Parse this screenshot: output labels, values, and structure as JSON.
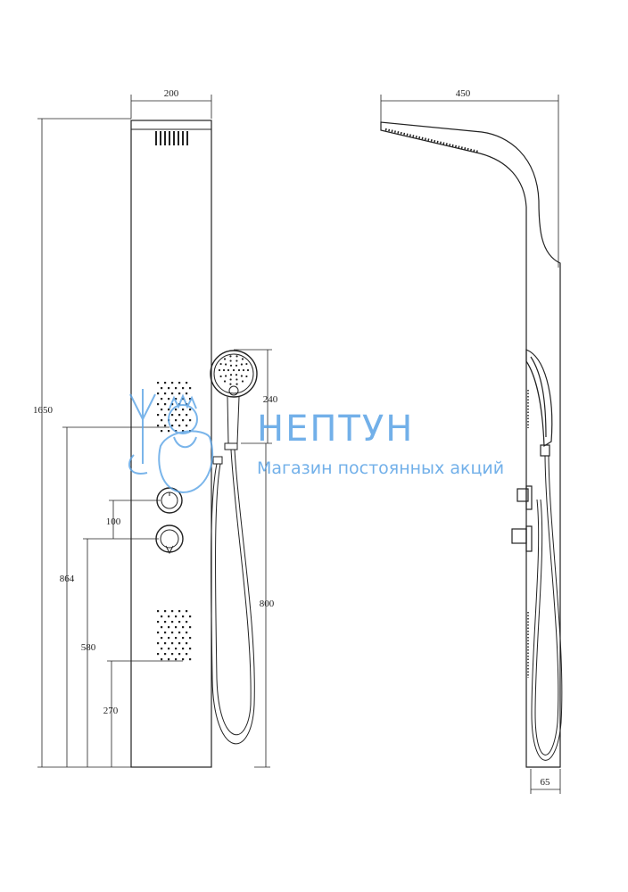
{
  "front_view": {
    "dims": {
      "width": "200",
      "height_total": "1650",
      "handshower": "240",
      "hose": "800",
      "control_spacing": "100",
      "height_upper_control": "864",
      "height_lower_control": "580",
      "height_lower_jets": "270"
    }
  },
  "side_view": {
    "dims": {
      "reach": "450",
      "depth": "65"
    }
  },
  "watermark": {
    "brand": "НЕПТУН",
    "tagline": "Магазин постоянных акций"
  },
  "colors": {
    "line": "#222222",
    "watermark": "#5aa3e6"
  }
}
